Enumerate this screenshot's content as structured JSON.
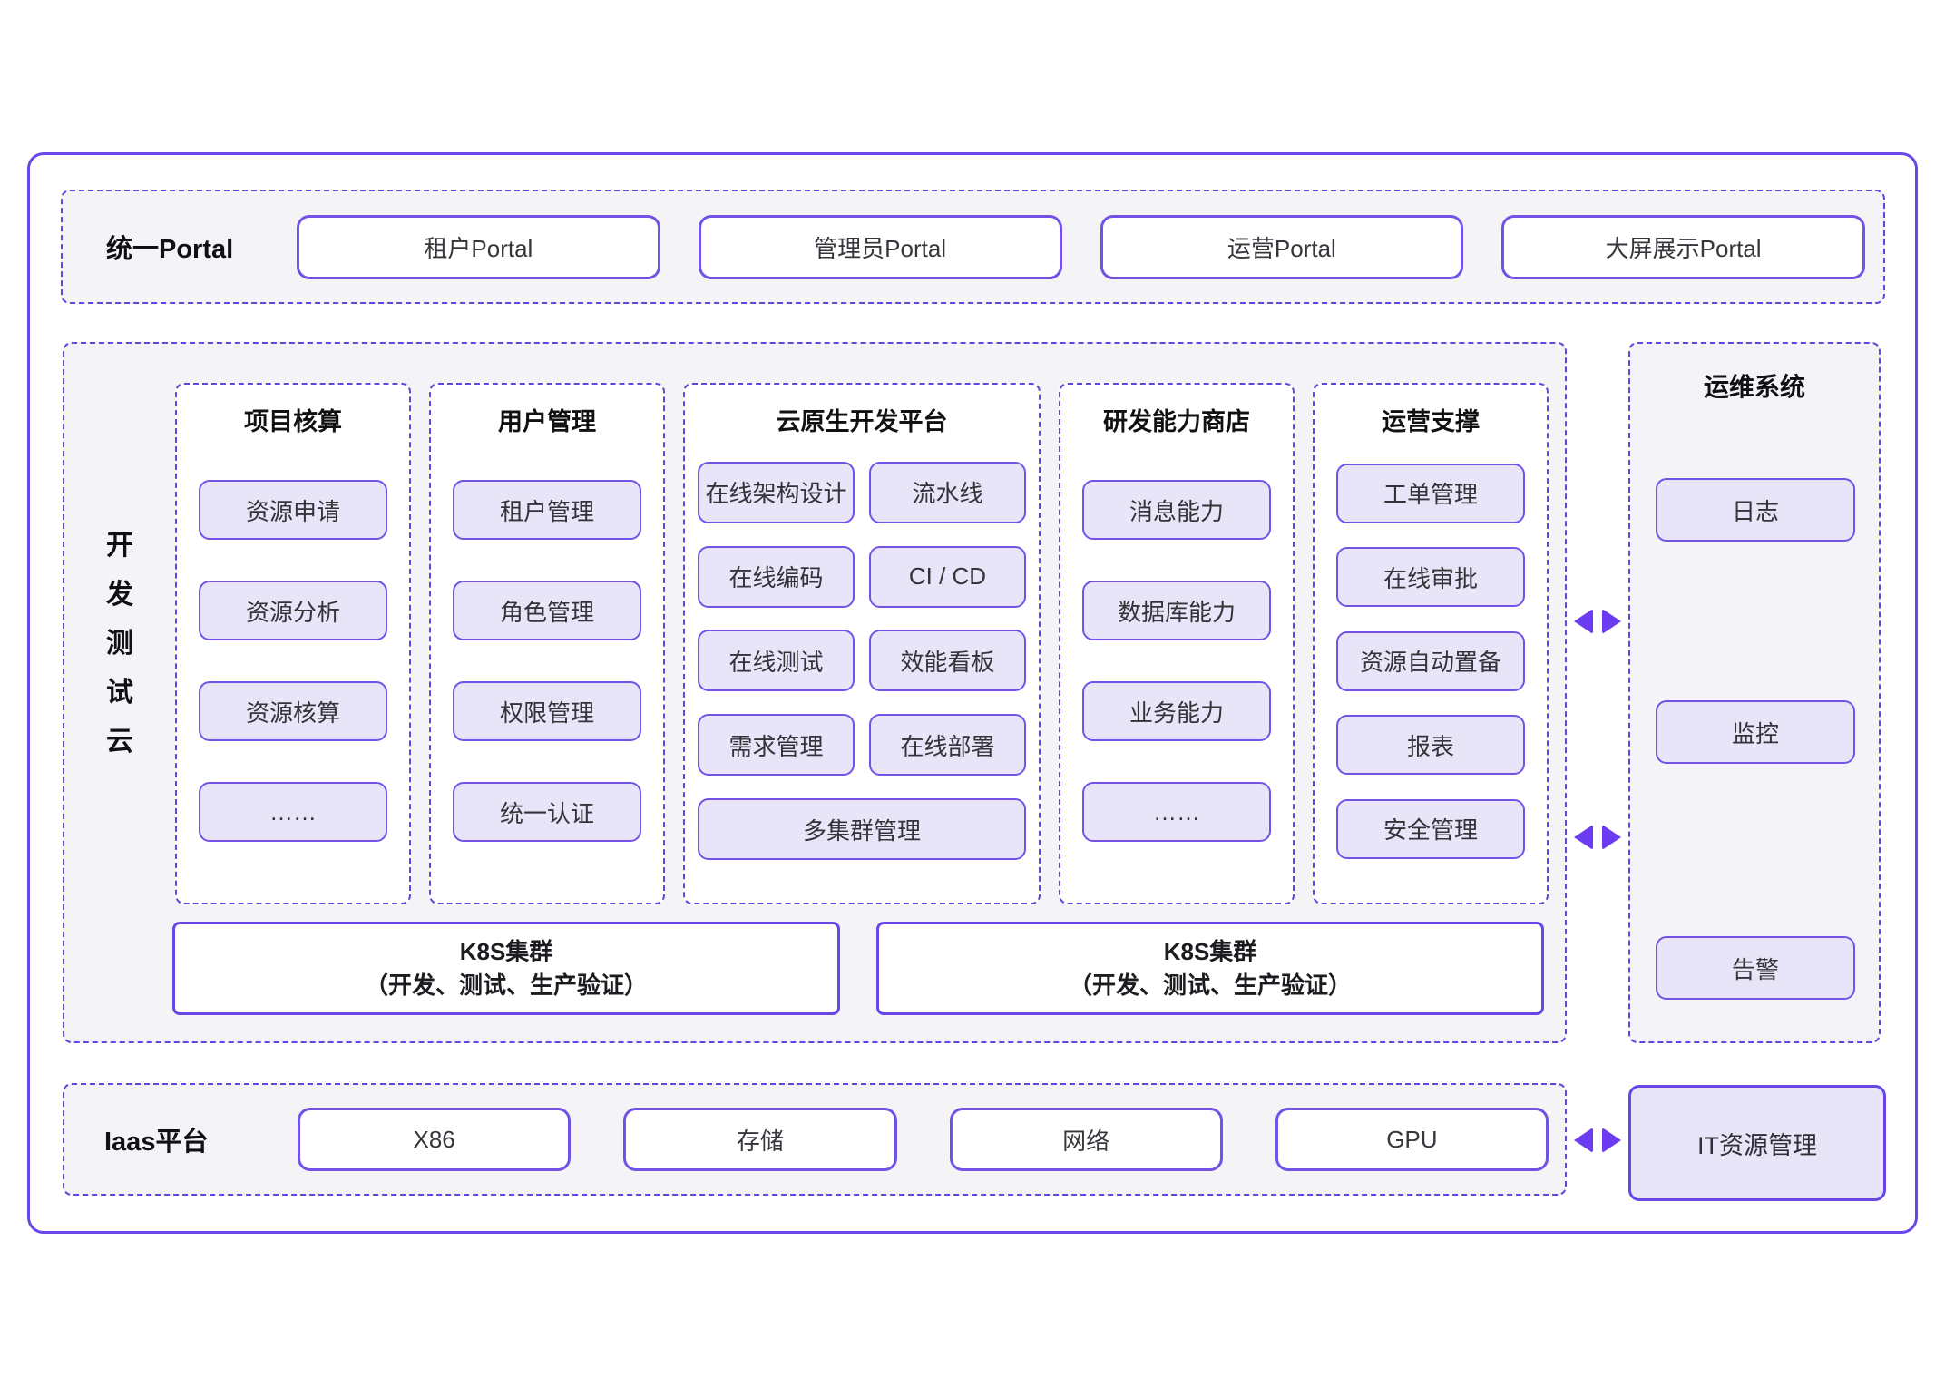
{
  "colors": {
    "accent": "#6847e6",
    "dashed_border": "#5a48df",
    "box_border": "#7352e6",
    "box_fill": "#e9e5f9",
    "section_bg": "#f4f4f7",
    "arrow": "#6b3cf0"
  },
  "portal": {
    "label": "统一Portal",
    "items": [
      "租户Portal",
      "管理员Portal",
      "运营Portal",
      "大屏展示Portal"
    ]
  },
  "dev_cloud": {
    "label": "开发测试云",
    "columns": [
      {
        "title": "项目核算",
        "items": [
          "资源申请",
          "资源分析",
          "资源核算",
          "……"
        ]
      },
      {
        "title": "用户管理",
        "items": [
          "租户管理",
          "角色管理",
          "权限管理",
          "统一认证"
        ]
      },
      {
        "title": "云原生开发平台",
        "rows": [
          [
            "在线架构设计",
            "流水线"
          ],
          [
            "在线编码",
            "CI / CD"
          ],
          [
            "在线测试",
            "效能看板"
          ],
          [
            "需求管理",
            "在线部署"
          ]
        ],
        "full_row": "多集群管理"
      },
      {
        "title": "研发能力商店",
        "items": [
          "消息能力",
          "数据库能力",
          "业务能力",
          "……"
        ]
      },
      {
        "title": "运营支撑",
        "items": [
          "工单管理",
          "在线审批",
          "资源自动置备",
          "报表",
          "安全管理"
        ]
      }
    ],
    "k8s": {
      "line1": "K8S集群",
      "line2": "（开发、测试、生产验证）"
    }
  },
  "ops_system": {
    "title": "运维系统",
    "items": [
      "日志",
      "监控",
      "告警"
    ]
  },
  "iaas": {
    "label": "Iaas平台",
    "items": [
      "X86",
      "存储",
      "网络",
      "GPU"
    ]
  },
  "it_resource": {
    "label": "IT资源管理"
  }
}
